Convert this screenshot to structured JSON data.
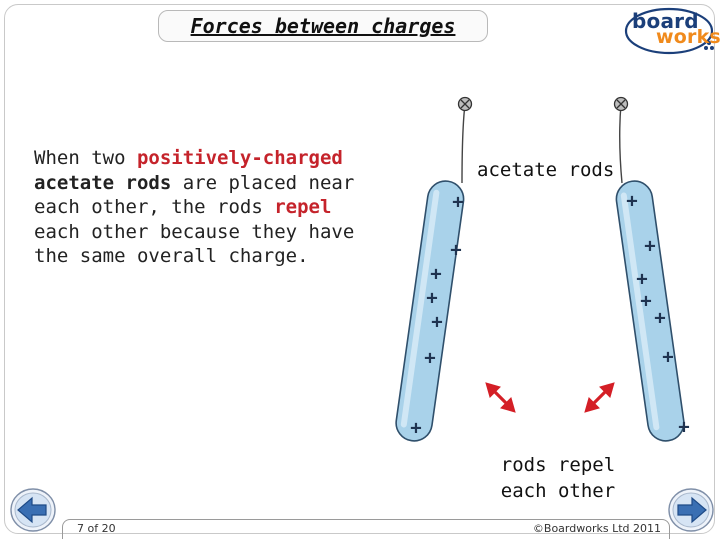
{
  "slide": {
    "title": "Forces between charges",
    "logo_top": "board",
    "logo_bottom": "works",
    "paragraph": {
      "p1": "When two ",
      "p2": "positively-charged",
      "p3": " ",
      "p4": "acetate rods",
      "p5": " are placed near each other, the rods ",
      "p6": "repel",
      "p7": " each other because they have the same overall charge."
    },
    "label_rods": "acetate rods",
    "label_repel_line1": "rods repel",
    "label_repel_line2": "each other",
    "page_indicator": "7 of 20",
    "copyright": "©Boardworks Ltd 2011"
  },
  "charge_symbol": "+",
  "colors": {
    "rod_fill": "#a9d2ea",
    "rod_stroke": "#2f4f6b",
    "arrow": "#d41f26",
    "emphasis": "#c5232b",
    "nav_blue": "#3a6fb3"
  },
  "icons": {
    "prev": "back-arrow-icon",
    "next": "forward-arrow-icon",
    "pivot": "pivot-screw-icon"
  }
}
